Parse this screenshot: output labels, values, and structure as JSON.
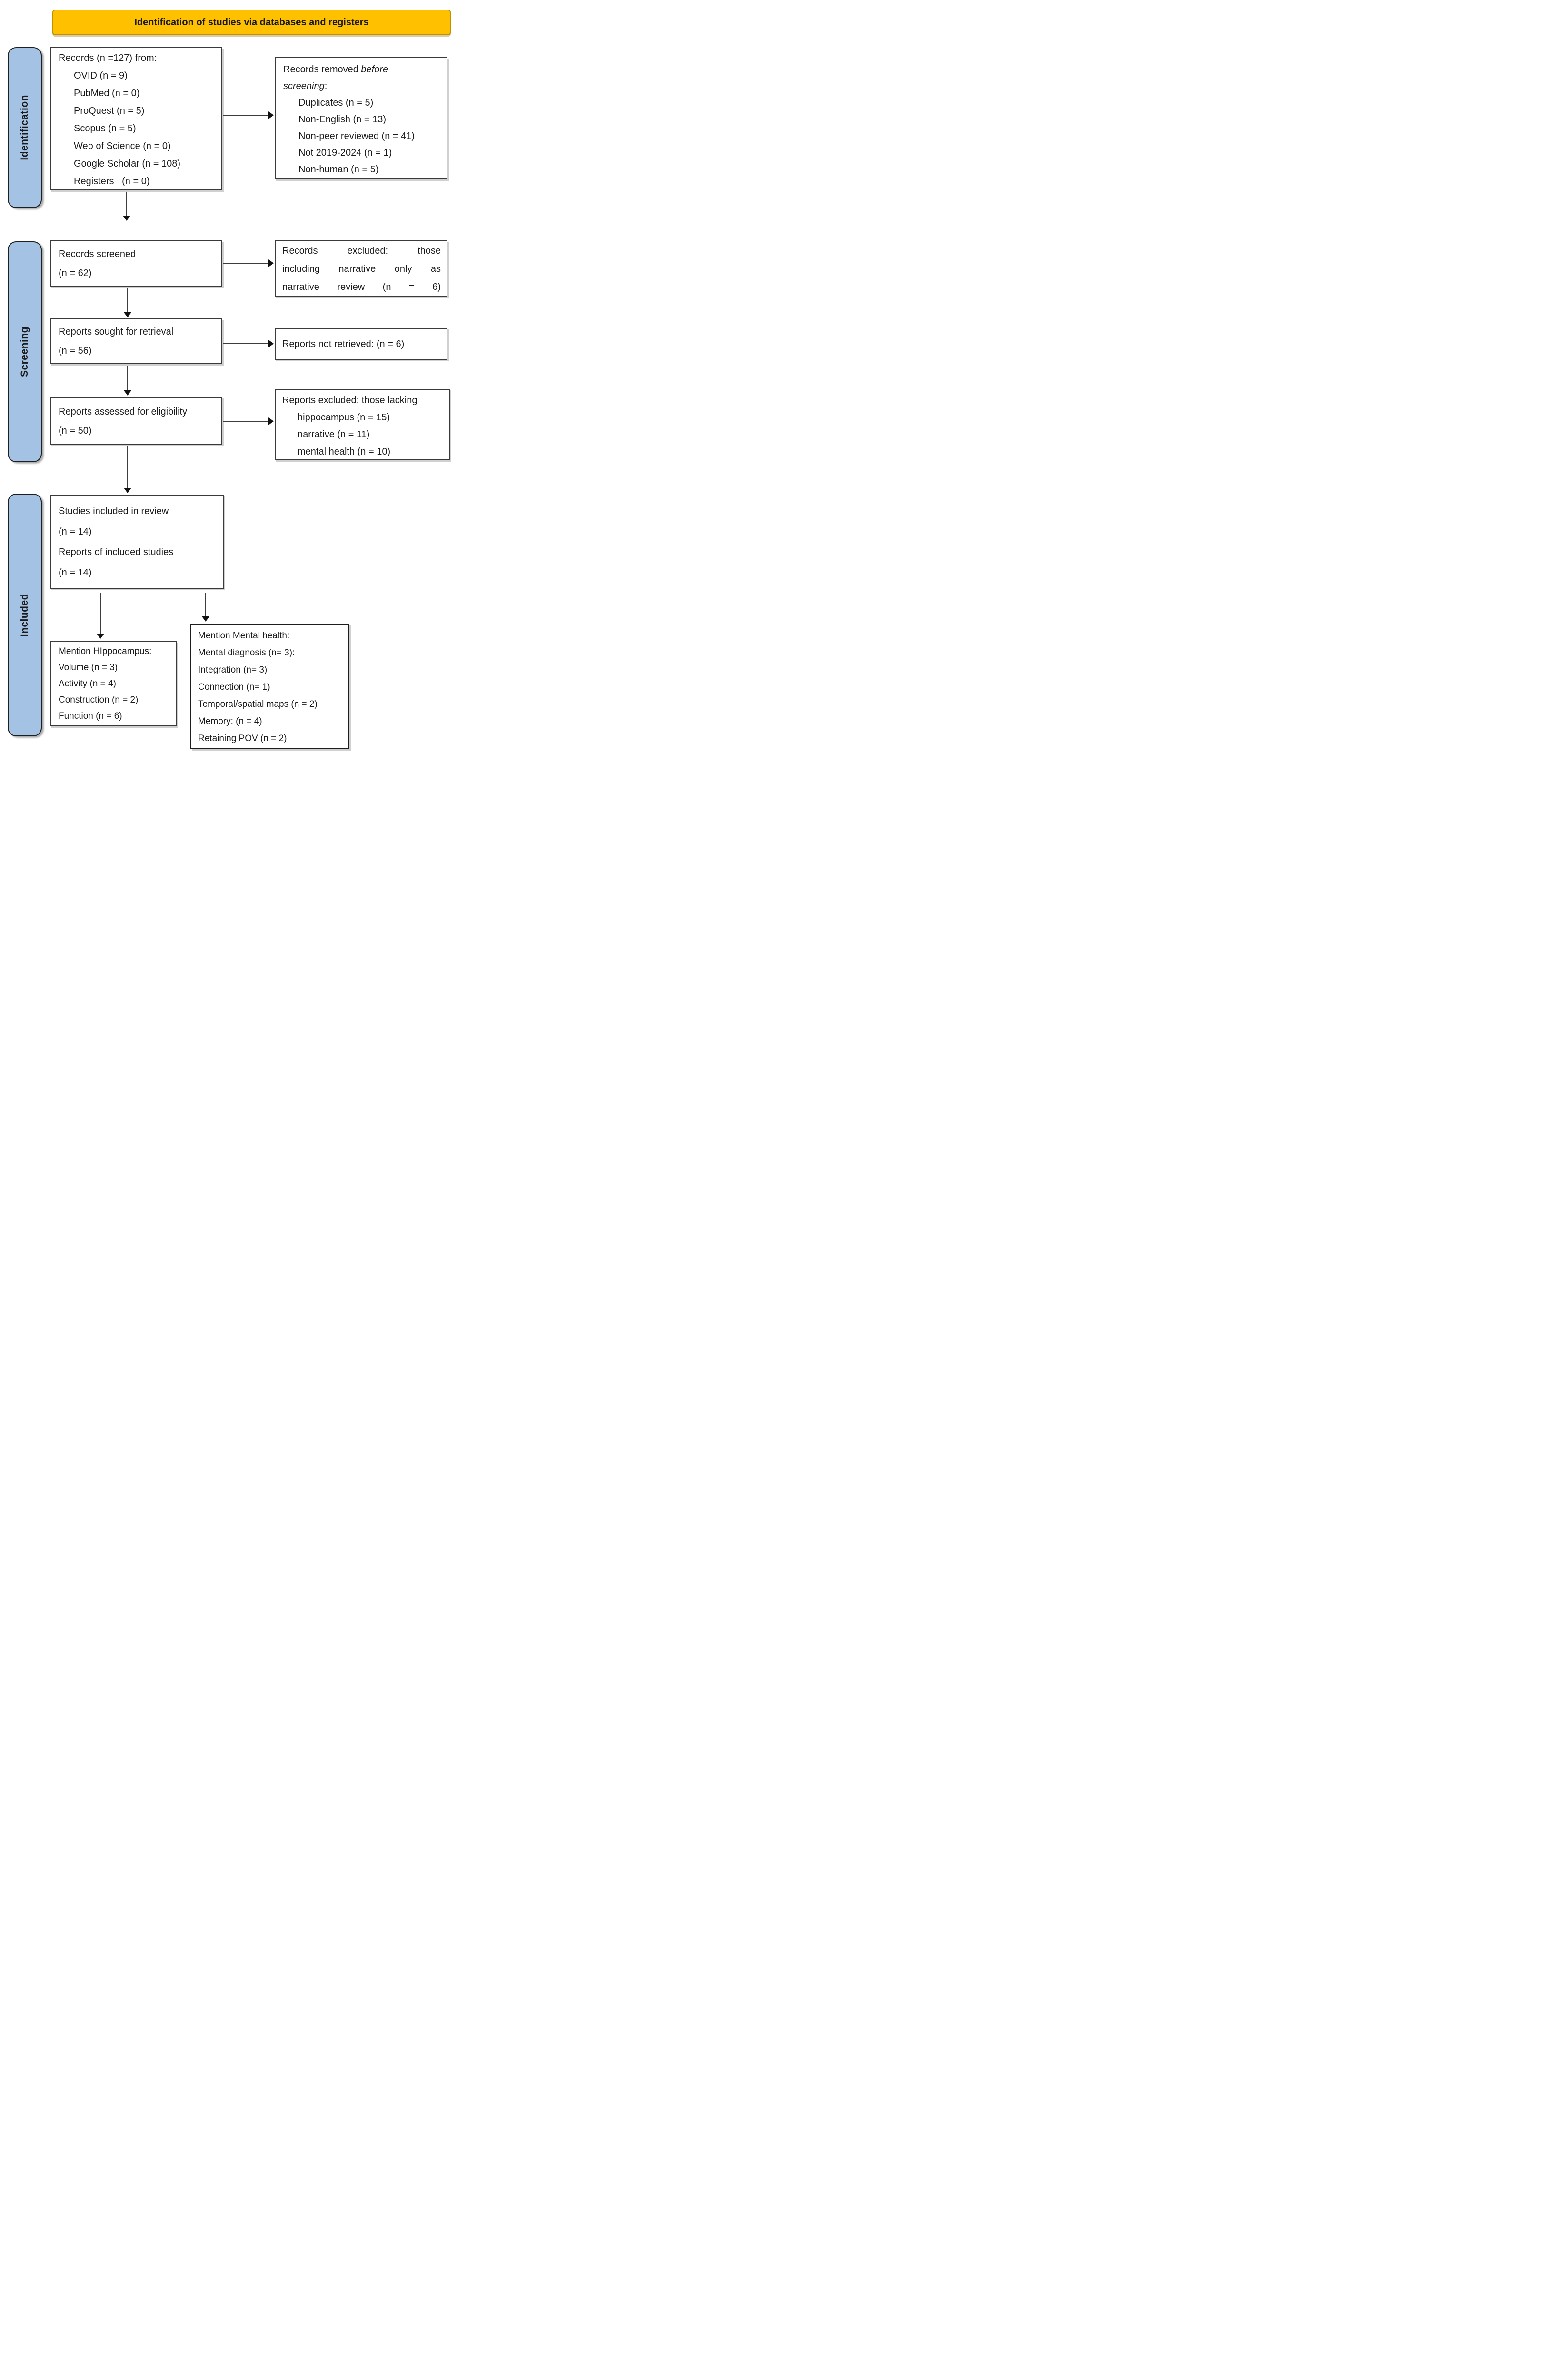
{
  "banner": {
    "label": "Identification of studies via databases and registers"
  },
  "sidebar": {
    "identification": "Identification",
    "screening": "Screening",
    "included": "Included"
  },
  "boxes": {
    "records": {
      "title": "Records (n =127) from:",
      "items": [
        "OVID (n = 9)",
        "PubMed (n = 0)",
        "ProQuest (n = 5)",
        "Scopus (n = 5)",
        "Web of Science (n = 0)",
        "Google Scholar (n = 108)",
        "Registers   (n = 0)"
      ]
    },
    "removed": {
      "title_normal": "Records removed ",
      "title_italic1": "before",
      "title_italic2": "screening",
      "title_colon": ":",
      "items": [
        "Duplicates (n = 5)",
        "Non-English (n = 13)",
        "Non-peer reviewed (n = 41)",
        "Not 2019-2024 (n = 1)",
        "Non-human (n = 5)"
      ]
    },
    "screened": {
      "line1": "Records screened",
      "line2": "(n = 62)"
    },
    "records_excluded": {
      "text": "Records excluded: those\nincluding narrative only as\nnarrative review   (n = 6)"
    },
    "sought": {
      "line1": "Reports sought for retrieval",
      "line2": "(n = 56)"
    },
    "not_retrieved": {
      "text": "Reports not retrieved: (n = 6)"
    },
    "assessed": {
      "line1": "Reports assessed for eligibility",
      "line2": "(n = 50)"
    },
    "reports_excluded": {
      "title": "Reports excluded: those lacking",
      "items": [
        "hippocampus (n = 15)",
        "narrative (n = 11)",
        "mental health (n = 10)"
      ]
    },
    "included_studies": {
      "lines": [
        "Studies included in review",
        "(n = 14)",
        "Reports of included studies",
        "(n = 14)"
      ]
    },
    "hippocampus": {
      "lines": [
        "Mention HIppocampus:",
        "Volume (n = 3)",
        "Activity (n = 4)",
        "Construction (n = 2)",
        "Function (n = 6)"
      ]
    },
    "mental_health": {
      "lines": [
        "Mention Mental health:",
        "Mental diagnosis (n= 3):",
        "Integration (n= 3)",
        "Connection (n= 1)",
        "Temporal/spatial maps (n = 2)",
        "Memory: (n = 4)",
        "Retaining POV (n = 2)"
      ]
    }
  },
  "colors": {
    "banner_bg": "#FFC000",
    "banner_border": "#BF9000",
    "stage_bg": "#A3C2E4",
    "box_border": "#3A3A3A",
    "arrow": "#111111",
    "text": "#1A1A1A"
  }
}
